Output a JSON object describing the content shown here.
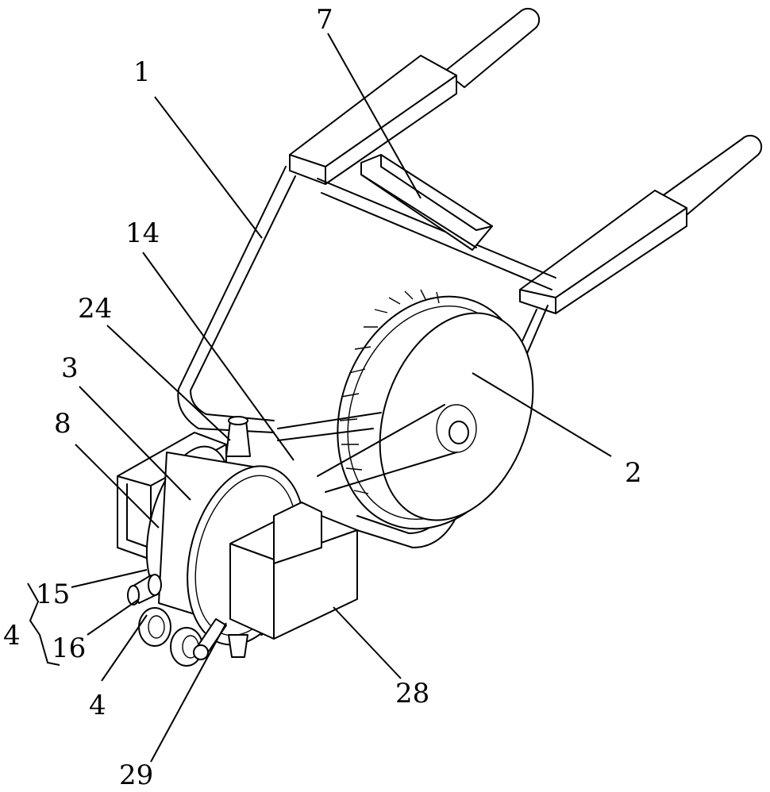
{
  "figure": {
    "labels": {
      "l1": "1",
      "l2": "2",
      "l3": "3",
      "l4_group": "4",
      "l4": "4",
      "l7": "7",
      "l8": "8",
      "l14": "14",
      "l15": "15",
      "l16": "16",
      "l24": "24",
      "l28": "28",
      "l29": "29"
    }
  }
}
